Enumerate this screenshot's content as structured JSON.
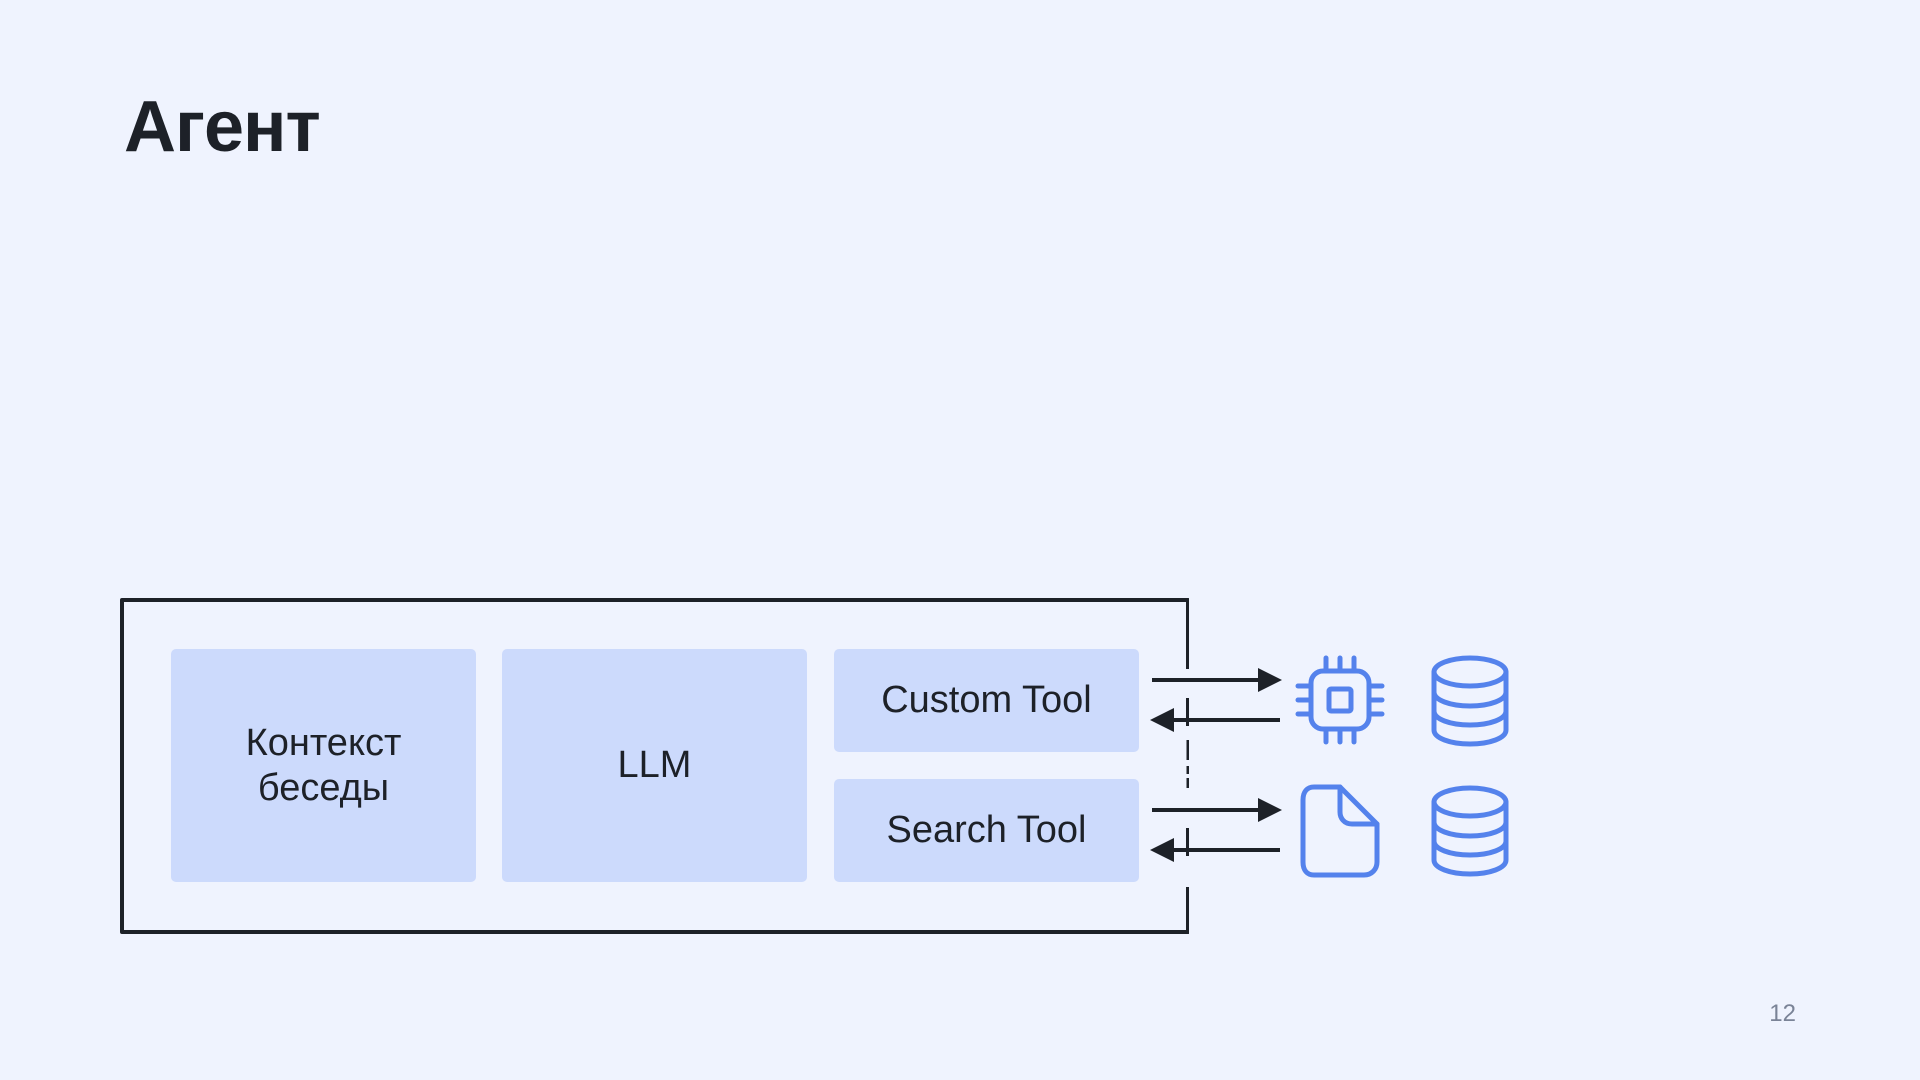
{
  "slide": {
    "title": "Агент",
    "page_number": "12"
  },
  "agent": {
    "blocks": {
      "context_line1": "Контекст",
      "context_line2": "беседы",
      "llm": "LLM",
      "custom_tool": "Custom Tool",
      "search_tool": "Search Tool"
    }
  },
  "icons": {
    "custom_tool_resource": "cpu-chip-icon",
    "custom_tool_storage": "database-icon",
    "search_tool_resource": "document-icon",
    "search_tool_storage": "database-icon"
  },
  "colors": {
    "background": "#eff3fe",
    "block_fill": "#ccdafc",
    "icon_blue": "#5482ec",
    "stroke_dark": "#1d2128"
  }
}
